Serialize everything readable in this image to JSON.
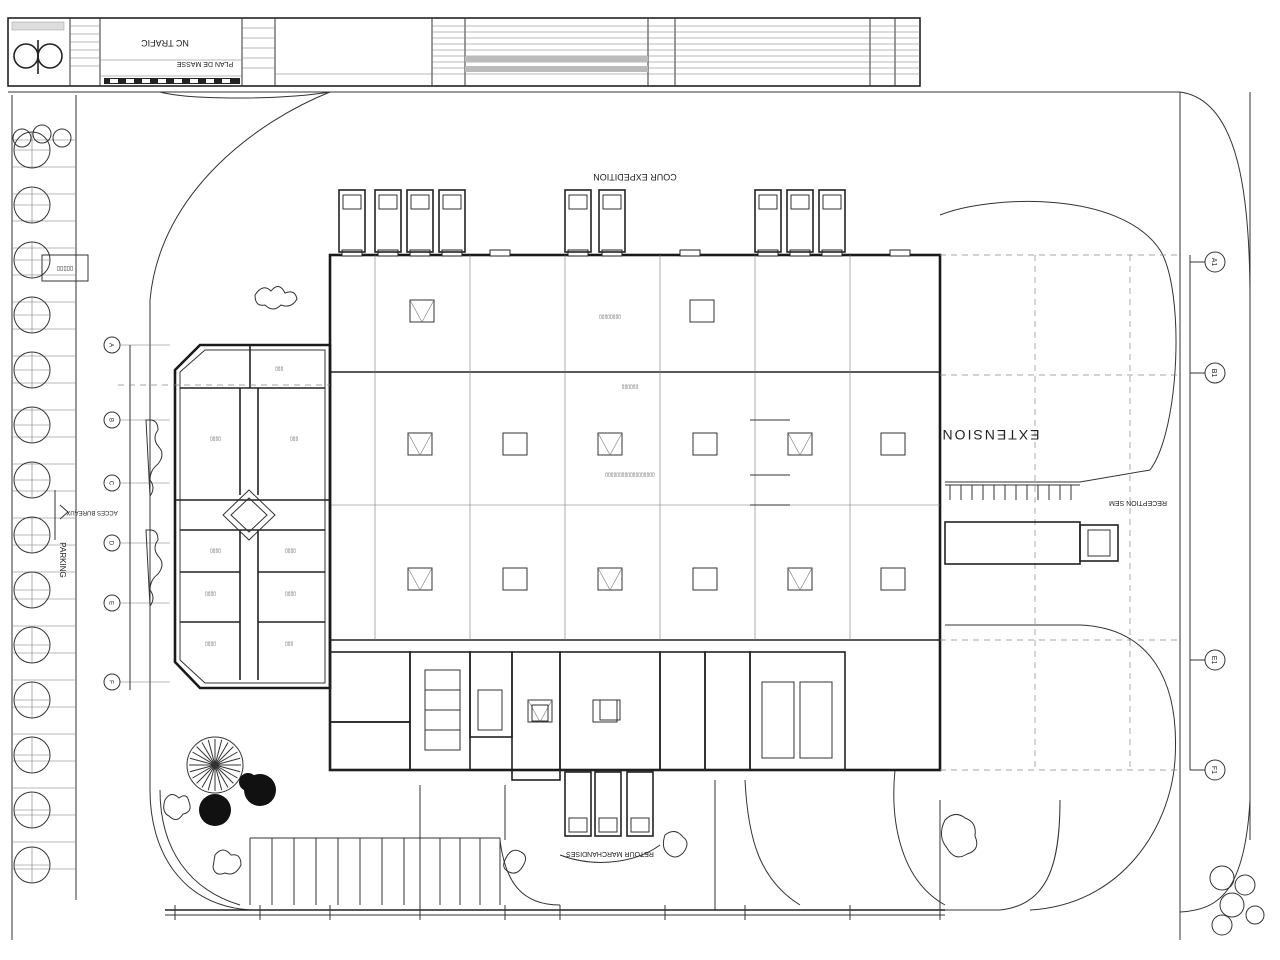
{
  "title_block": {
    "logo_text": "",
    "sheet_title": "PLAN DE MASSE",
    "project_name": "NC TRAFIC"
  },
  "labels": {
    "extension": "EXTENSION",
    "cour_expedition": "COUR EXPEDITION",
    "reception_sem": "RECEPTION SEM",
    "retour_marchandises": "RETOUR MARCHANDISES",
    "acces_bureaux": "ACCES BUREAUX",
    "parking": "PARKING"
  },
  "grid_axes": {
    "right": [
      "A1",
      "B1",
      "E1",
      "F1"
    ],
    "left": [
      "A",
      "B",
      "C",
      "D",
      "E",
      "F"
    ]
  },
  "colors": {
    "line": "#333333",
    "wall": "#1a1a1a",
    "tree_dark": "#111111"
  }
}
